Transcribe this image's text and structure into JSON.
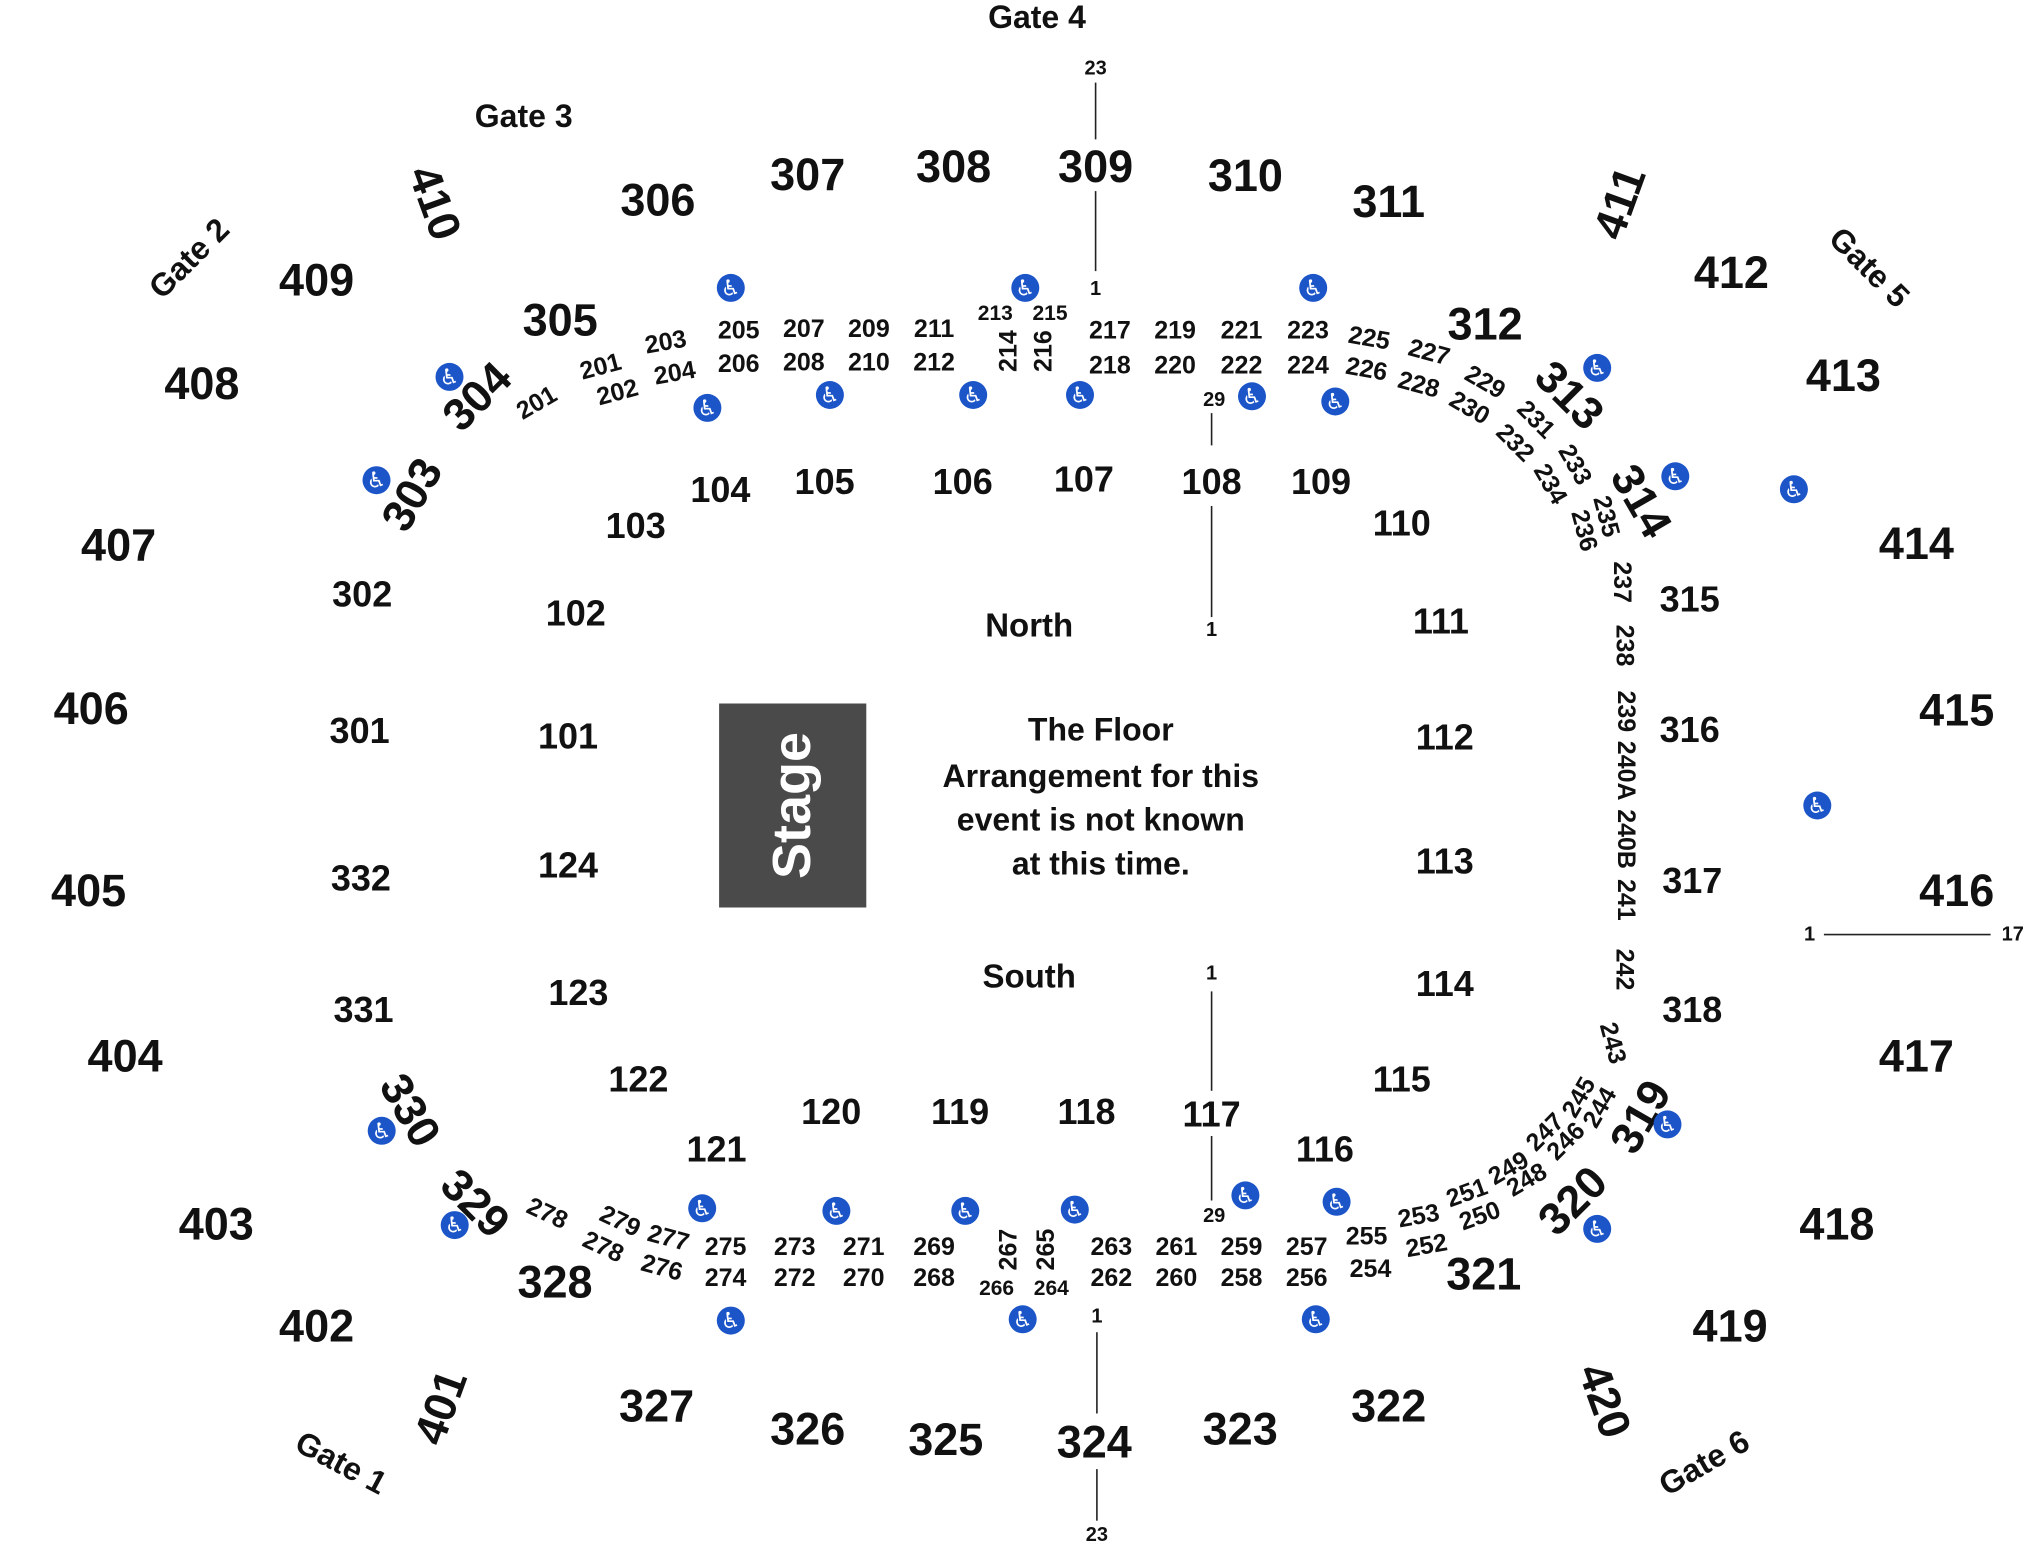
{
  "colors": {
    "accessible": "#1c55c8",
    "stage": "#4a4a4a",
    "text": "#111111"
  },
  "icon_names": {
    "accessible": "wheelchair-icon"
  },
  "stage": {
    "label": "Stage"
  },
  "areas": {
    "north": "North",
    "south": "South"
  },
  "floor_note": [
    "The Floor",
    "Arrangement for this",
    "event is not known",
    "at this time."
  ],
  "gates": [
    "Gate 1",
    "Gate 2",
    "Gate 3",
    "Gate 4",
    "Gate 5",
    "Gate 6"
  ],
  "row_markers": [
    "23",
    "1",
    "29",
    "1",
    "1",
    "29",
    "1",
    "23",
    "1",
    "17"
  ],
  "level_400": [
    "401",
    "402",
    "403",
    "404",
    "405",
    "406",
    "407",
    "408",
    "409",
    "410",
    "411",
    "412",
    "413",
    "414",
    "415",
    "416",
    "417",
    "418",
    "419",
    "420"
  ],
  "level_300": [
    "301",
    "302",
    "303",
    "304",
    "305",
    "306",
    "307",
    "308",
    "309",
    "310",
    "311",
    "312",
    "313",
    "314",
    "315",
    "316",
    "317",
    "318",
    "319",
    "320",
    "321",
    "322",
    "323",
    "324",
    "325",
    "326",
    "327",
    "328",
    "329",
    "330",
    "331",
    "332"
  ],
  "level_200": [
    "201",
    "201",
    "202",
    "203",
    "204",
    "205",
    "206",
    "207",
    "208",
    "209",
    "210",
    "211",
    "212",
    "213",
    "214",
    "215",
    "216",
    "217",
    "218",
    "219",
    "220",
    "221",
    "222",
    "223",
    "224",
    "225",
    "226",
    "227",
    "228",
    "229",
    "230",
    "231",
    "232",
    "233",
    "234",
    "235",
    "236",
    "237",
    "238",
    "239",
    "240A",
    "240B",
    "241",
    "242",
    "243",
    "244",
    "245",
    "246",
    "247",
    "248",
    "249",
    "250",
    "251",
    "252",
    "253",
    "254",
    "255",
    "256",
    "257",
    "258",
    "259",
    "260",
    "261",
    "262",
    "263",
    "264",
    "265",
    "266",
    "267",
    "268",
    "269",
    "270",
    "271",
    "272",
    "273",
    "274",
    "275",
    "276",
    "277",
    "278",
    "278",
    "279"
  ],
  "level_100": [
    "101",
    "102",
    "103",
    "104",
    "105",
    "106",
    "107",
    "108",
    "109",
    "110",
    "111",
    "112",
    "113",
    "114",
    "115",
    "116",
    "117",
    "118",
    "119",
    "120",
    "121",
    "122",
    "123",
    "124"
  ]
}
